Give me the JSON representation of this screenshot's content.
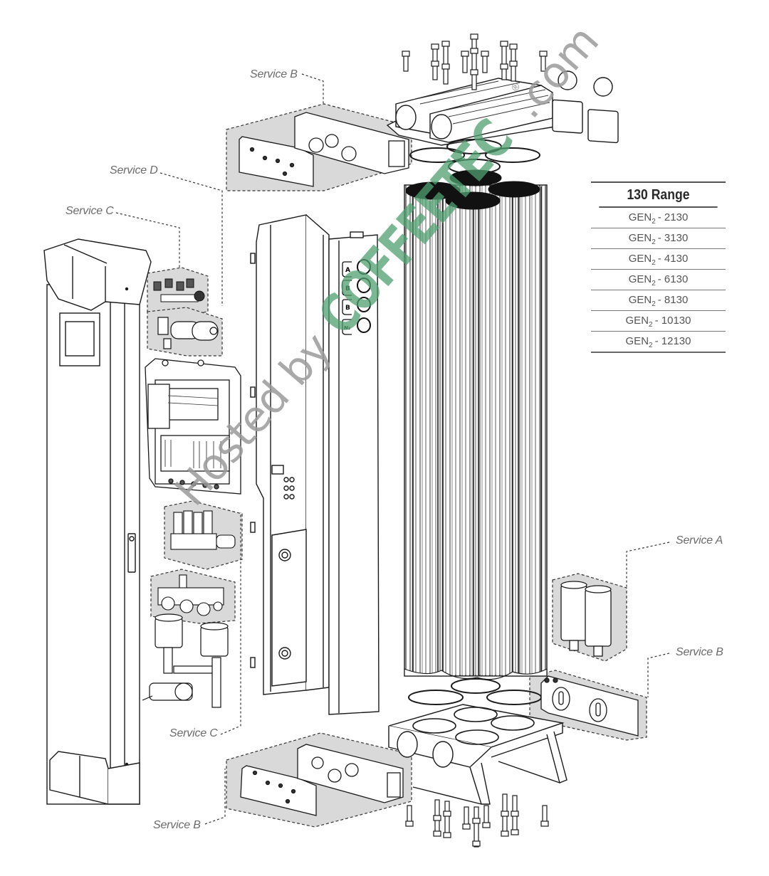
{
  "diagram": {
    "callouts": {
      "service_b_top": "Service B",
      "service_d": "Service D",
      "service_c_top": "Service C",
      "service_a": "Service A",
      "service_b_right": "Service B",
      "service_c_bottom": "Service C",
      "service_b_bottom": "Service B"
    },
    "panel_gauges": [
      {
        "label": "A"
      },
      {
        "label": "B"
      },
      {
        "label": "B"
      },
      {
        "label": "N₂"
      }
    ],
    "colors": {
      "line": "#1a1a1a",
      "service_area": "#d9d9d9",
      "callout_text": "#6b6b6b",
      "watermark_green": "#4fa070",
      "watermark_gray": "#9b9b9b"
    }
  },
  "range_table": {
    "title": "130 Range",
    "models": [
      {
        "prefix": "GEN",
        "sub": "2",
        "number": "- 2130"
      },
      {
        "prefix": "GEN",
        "sub": "2",
        "number": "- 3130"
      },
      {
        "prefix": "GEN",
        "sub": "2",
        "number": "- 4130"
      },
      {
        "prefix": "GEN",
        "sub": "2",
        "number": "- 6130"
      },
      {
        "prefix": "GEN",
        "sub": "2",
        "number": "- 8130"
      },
      {
        "prefix": "GEN",
        "sub": "2",
        "number": "- 10130"
      },
      {
        "prefix": "GEN",
        "sub": "2",
        "number": "- 12130"
      }
    ]
  },
  "watermark": {
    "hosted": "Hosted by ",
    "brand": "COFFEETEC",
    "registered": "®",
    "domain": ".com"
  }
}
